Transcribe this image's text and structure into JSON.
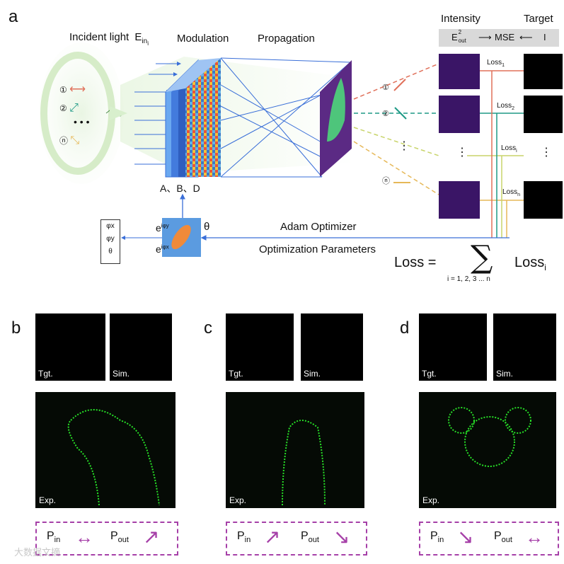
{
  "panel_a": {
    "letter": "a",
    "incident_light_label": "Incident light",
    "incident_light_symbol": "E",
    "incident_light_subscript": "in",
    "incident_light_subscript_index": "i",
    "modulation_label": "Modulation",
    "propagation_label": "Propagation",
    "intensity_label": "Intensity",
    "target_label": "Target",
    "mse_box": {
      "left": "E",
      "sup": "2",
      "sub": "out",
      "middle": "MSE",
      "right": "I"
    },
    "channels": [
      "①",
      "②",
      "⋮",
      "ⓝ"
    ],
    "layer_labels": "A、B、D",
    "loss_labels": [
      {
        "base": "Loss",
        "sub": "1"
      },
      {
        "base": "Loss",
        "sub": "2"
      },
      {
        "base": "Loss",
        "sub": "i"
      },
      {
        "base": "Loss",
        "sub": "n"
      }
    ],
    "optimizer_label": "Adam  Optimizer",
    "optimization_params_label": "Optimization Parameters",
    "params": [
      "φx",
      "φy",
      "θ"
    ],
    "phase_x": "e",
    "phase_x_sup": "iφx",
    "phase_y": "e",
    "phase_y_sup": "iφy",
    "theta": "θ",
    "loss_formula": {
      "lhs": "Loss =",
      "sum": "∑",
      "range": "i = 1, 2, 3  ...  n",
      "rhs": "Loss",
      "rhs_sub": "i"
    }
  },
  "panel_b": {
    "letter": "b",
    "tgt": "Tgt.",
    "sim": "Sim.",
    "exp": "Exp.",
    "pin": "P",
    "pin_sub": "in",
    "pout": "P",
    "pout_sub": "out",
    "pin_arrow": "↔",
    "pout_arrow": "↗"
  },
  "panel_c": {
    "letter": "c",
    "tgt": "Tgt.",
    "sim": "Sim.",
    "exp": "Exp.",
    "pin": "P",
    "pin_sub": "in",
    "pout": "P",
    "pout_sub": "out",
    "pin_arrow": "↗",
    "pout_arrow": "↘"
  },
  "panel_d": {
    "letter": "d",
    "tgt": "Tgt.",
    "sim": "Sim.",
    "exp": "Exp.",
    "pin": "P",
    "pin_sub": "in",
    "pout": "P",
    "pout_sub": "out",
    "pin_arrow": "↘",
    "pout_arrow": "↔"
  },
  "watermark": "大数据文摘",
  "colors": {
    "ch1": "#e0705a",
    "ch2": "#1f9a86",
    "ch3": "#c8d46a",
    "chn": "#e6b858",
    "purple": "#a640a8",
    "blue": "#3a6fd8",
    "green": "#27e027"
  }
}
